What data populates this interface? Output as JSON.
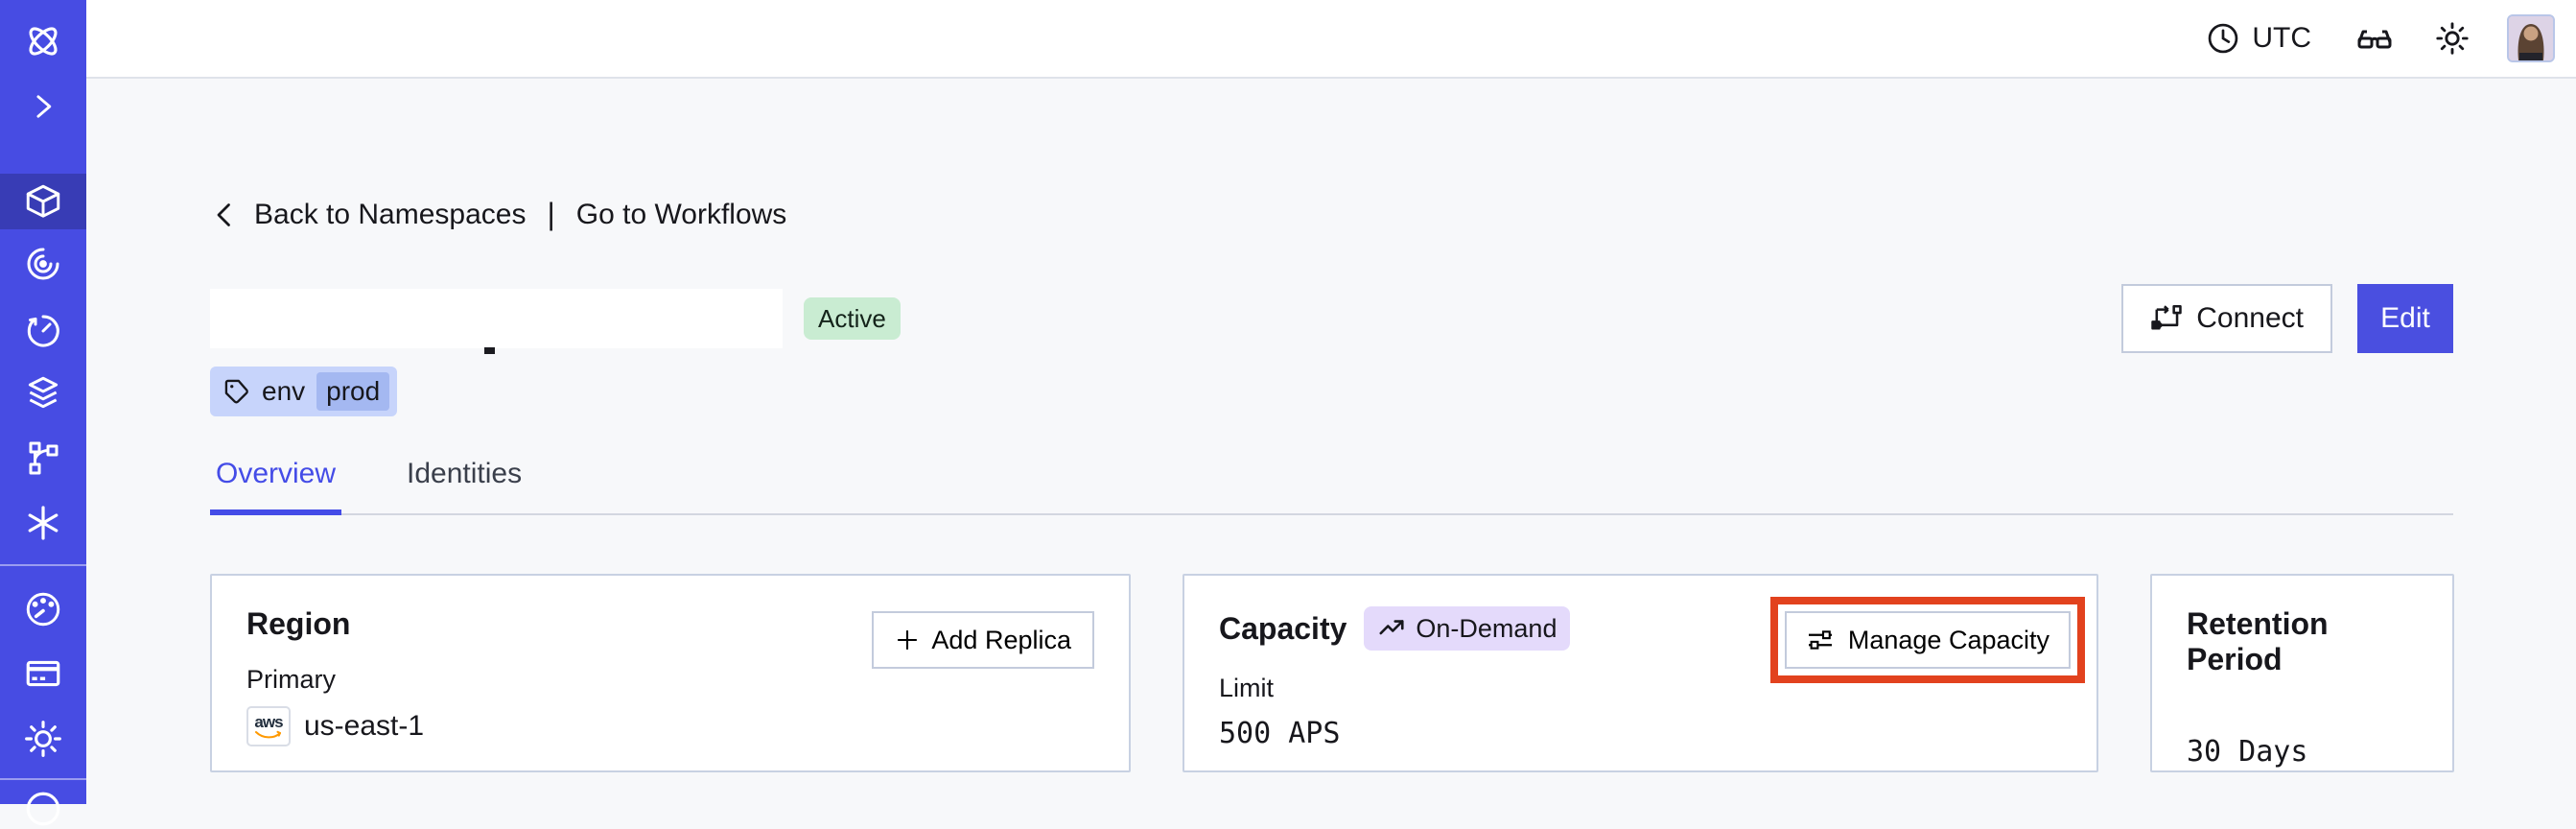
{
  "topbar": {
    "timezone": "UTC"
  },
  "sidebar": {
    "items": [
      {
        "name": "temporal-logo"
      },
      {
        "name": "expand"
      },
      {
        "name": "namespaces",
        "active": true
      },
      {
        "name": "workflows"
      },
      {
        "name": "schedules"
      },
      {
        "name": "deployments"
      },
      {
        "name": "nexus"
      },
      {
        "name": "batch-operations"
      },
      {
        "name": "usage"
      },
      {
        "name": "billing"
      },
      {
        "name": "settings"
      },
      {
        "name": "support"
      }
    ]
  },
  "header": {
    "back_link": {
      "back": "Back to Namespaces",
      "separator": "|",
      "workflows": "Go to Workflows"
    },
    "status_badge": "Active",
    "tag": {
      "key": "env",
      "value": "prod"
    },
    "connect_label": "Connect",
    "edit_label": "Edit"
  },
  "tabs": [
    {
      "label": "Overview",
      "active": true
    },
    {
      "label": "Identities",
      "active": false
    }
  ],
  "cards": {
    "region": {
      "title": "Region",
      "add_replica_label": "Add Replica",
      "field_label": "Primary",
      "provider": "aws",
      "value": "us-east-1"
    },
    "capacity": {
      "title": "Capacity",
      "badge": "On-Demand",
      "manage_label": "Manage Capacity",
      "field_label": "Limit",
      "value": "500 APS"
    },
    "retention": {
      "title": "Retention Period",
      "value": "30 Days"
    }
  },
  "icons": {
    "topbar": [
      "clock-icon",
      "glasses-icon",
      "sun-icon"
    ],
    "header": [
      "chevron-left-icon",
      "tag-icon",
      "connect-icon"
    ],
    "cards": [
      "plus-icon",
      "aws-logo-icon",
      "trending-up-icon",
      "sliders-icon"
    ]
  },
  "colors": {
    "sidebar_bg": "#474CE3",
    "sidebar_active_bg": "#383CB5",
    "primary_button_bg": "#4A4FE0",
    "active_tab": "#444CE7",
    "status_badge_bg": "#C9ECD2",
    "tag_bg": "#C7D4FB",
    "tag_chip_bg": "#A4B8F1",
    "ondemand_badge_bg": "#E4DAFB",
    "annotation_highlight": "#E2421E",
    "card_border": "#c8d1e2",
    "aws_orange": "#FF9900"
  }
}
